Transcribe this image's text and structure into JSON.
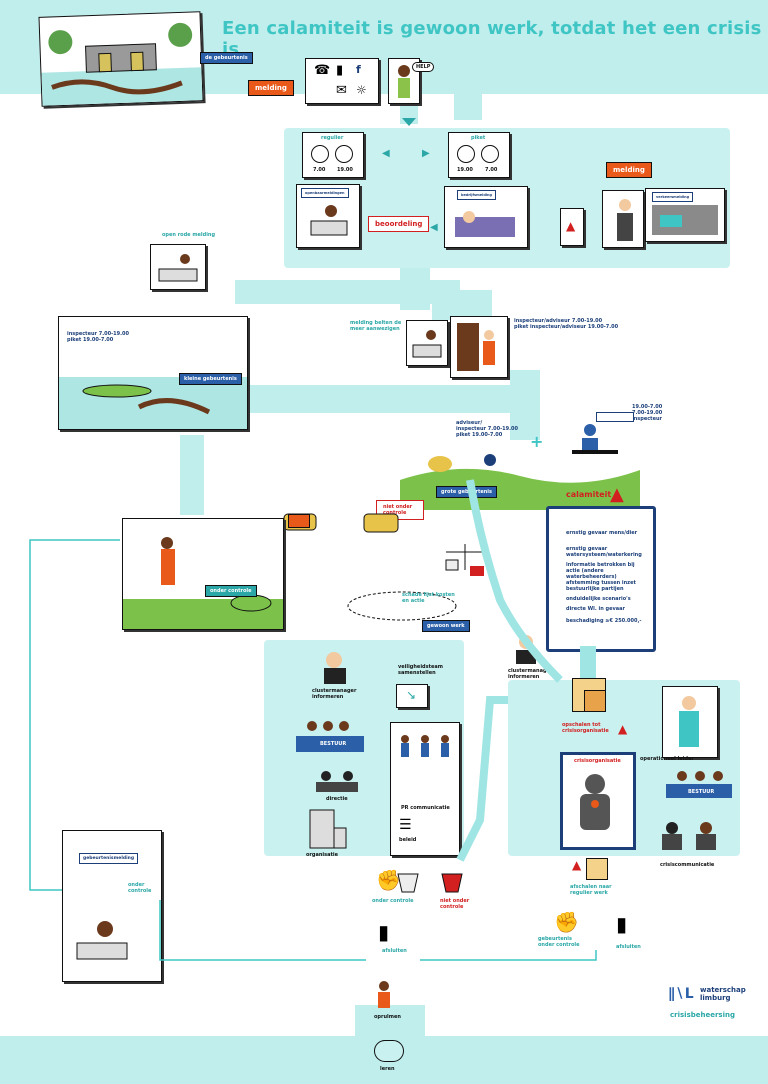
{
  "title": "Een calamiteit is gewoon werk, totdat het een crisis is",
  "labels": {
    "de_gebeurtenis": "de gebeurtenis",
    "melding1": "melding",
    "melding2": "melding",
    "help": "HELP",
    "regulier": "regulier",
    "piket": "piket",
    "time_700_a": "7.00",
    "time_1900_a": "19.00",
    "time_1900_b": "19.00",
    "time_700_b": "7.00",
    "beoordeling": "beoordeling",
    "openbare_melding": "openbaarmeldingen",
    "bedrijfsmelding": "bedrijfsmelding",
    "verkeersmelding": "verkeersmelding",
    "open_rood_lf": "open rode melding",
    "inspecteur_top": "inspecteur 7.00-19.00\npiket 19.00-7.00",
    "kleine_gebeurtenis": "kleine gebeurtenis",
    "melding_naar_aanname": "melding belten de meer aanwezigen",
    "inspecteur_adviseur": "inspecteur/adviseur 7.00-19.00\npiket inspecteur/adviseur 19.00-7.00",
    "adviseur_inspecteur": "adviseur/\ninspecteur 7.00-19.00\npiket 19.00-7.00",
    "inspecteur_right": "19.00-7.00\n7.00-19.00\ninspecteur",
    "grote_gebeurtenis": "grote gebeurtenis",
    "niet_onder_controle": "niet onder controle",
    "calamiteit": "calamiteit",
    "calamity_list": [
      "ernstig gevaar mens/dier",
      "ernstig gevaar watersysteem/waterkering",
      "informatie betrokken bij actie (andere waterbeheerders)",
      "afstemming tussen inzet bestuurlijke partijen",
      "onduidelijke scenario's",
      "directe Wl. in gevaar",
      "beschadiging ≥€ 250.000,-"
    ],
    "onder_controle_sign": "onder controle",
    "schade_lijst": "schade lijst kosten en actie",
    "gewoon_werk": "gewoon werk",
    "clustermanager_left": "clustermanager\ninformeren",
    "veiligheidsteam": "veiligheidsteam samenstellen",
    "bestuur": "BESTUUR",
    "directie": "directie",
    "organisatie": "organisatie",
    "pr_communicatie": "PR communicatie",
    "beleid": "beleid",
    "clustermanager_right": "clustermanager\ninformeren",
    "opschalen": "opschalen tot\ncrisisorganisatie",
    "crisisorganisatie": "crisisorganisatie",
    "operationeel_leider": "operationeel leider",
    "crisiscommunicatie": "crisiscommunicatie",
    "bestuur_right": "BESTUUR",
    "afschalen": "afschalen naar\nregulier werk",
    "onder_controle_1": "onder controle",
    "niet_onder_controle_2": "niet onder\ncontrole",
    "afsluiten_1": "afsluiten",
    "afsluiten_2": "afsluiten",
    "gebeurtenis_onder_controle": "gebeurtenis\nonder controle",
    "onder_controle_left": "onder\ncontrole",
    "gebeurtenis_melding": "gebeurtenismelding",
    "oprulmen": "oprulmen",
    "leren": "leren",
    "brand": "waterschap\nlimburg",
    "brand_sub": "crisisbeheersing",
    "plus": "+"
  },
  "colors": {
    "teal_band": "#bfeeed",
    "teal_dark": "#2aa7a6",
    "navy": "#1c3f7a",
    "orange": "#e8591a",
    "red": "#d22020"
  }
}
